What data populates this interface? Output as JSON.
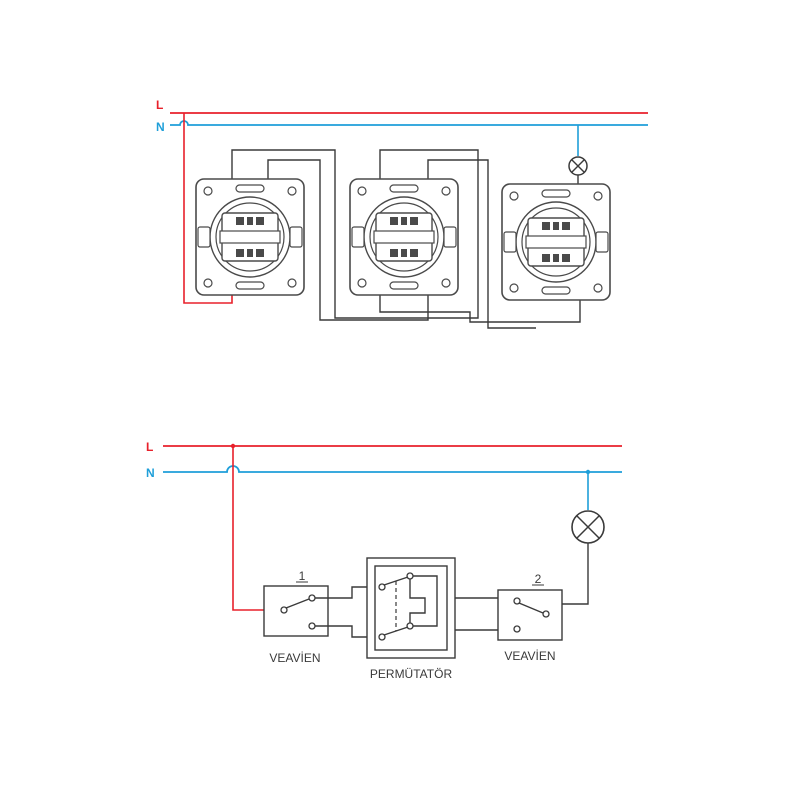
{
  "colors": {
    "live": "#e8212b",
    "neutral": "#1f9fd9",
    "wire": "#3a3a3a",
    "device": "#4a4a4a",
    "background": "#ffffff"
  },
  "top": {
    "live_label": "L",
    "neutral_label": "N",
    "devices": [
      {
        "kind": "two-way-switch-mechanism",
        "icon": "wall-switch-icon"
      },
      {
        "kind": "intermediate-switch-mechanism",
        "icon": "wall-switch-icon"
      },
      {
        "kind": "two-way-switch-mechanism",
        "icon": "wall-switch-icon"
      }
    ],
    "lamp_icon": "lamp-icon"
  },
  "bottom": {
    "live_label": "L",
    "neutral_label": "N",
    "switch1": {
      "number": "1",
      "caption": "VEAVİEN"
    },
    "intermediate": {
      "caption": "PERMÜTATÖR"
    },
    "switch2": {
      "number": "2",
      "caption": "VEAVİEN"
    },
    "lamp_icon": "lamp-icon"
  }
}
